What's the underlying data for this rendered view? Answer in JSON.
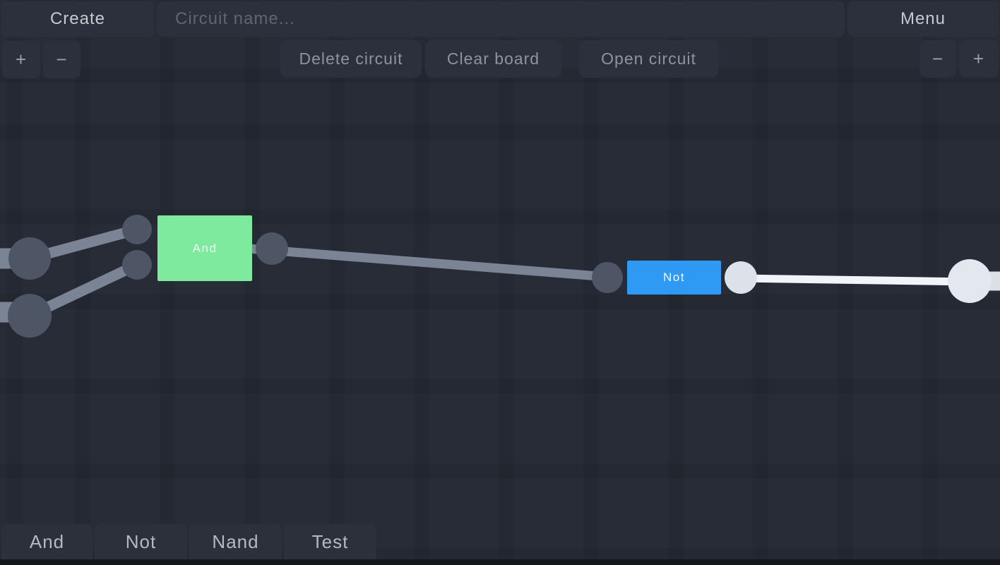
{
  "header": {
    "create_label": "Create",
    "circuit_name_placeholder": "Circuit name...",
    "circuit_name_value": "",
    "menu_label": "Menu",
    "zoom_in_label": "+",
    "zoom_out_label": "−",
    "delete_circuit_label": "Delete circuit",
    "clear_board_label": "Clear board",
    "open_circuit_label": "Open circuit"
  },
  "palette": {
    "items": [
      "And",
      "Not",
      "Nand",
      "Test"
    ]
  },
  "canvas": {
    "gates": [
      {
        "label": "And",
        "color": "#7eea9e",
        "state": "output-off"
      },
      {
        "label": "Not",
        "color": "#2e9af3",
        "state": "output-on"
      }
    ],
    "colors": {
      "background": "#272c37",
      "node_off": "#4e5665",
      "wire_off": "#7b8495",
      "node_on": "#e3e7ee",
      "wire_on": "#f1f4f8",
      "edge_stub_on": "#dcdfe6"
    }
  }
}
